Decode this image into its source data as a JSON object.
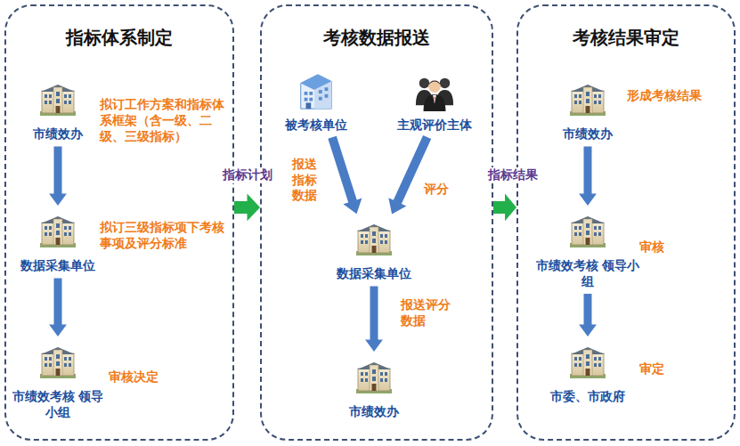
{
  "diagram": {
    "nodes": [
      {
        "text": [
          "指标体系制定"
        ]
      },
      {
        "text": [
          "市绩效办"
        ],
        "in": 0
      },
      {
        "text": [
          "数据采集单位"
        ],
        "in": 0
      },
      {
        "text": [
          "市绩效考核 领导小组"
        ],
        "in": 0
      },
      {
        "text": [
          "考核数据报送"
        ]
      },
      {
        "text": [
          "被考核单位"
        ],
        "in": 4
      },
      {
        "text": [
          "主观评价主体"
        ],
        "in": 4
      },
      {
        "text": [
          "数据采集单位"
        ],
        "in": 4
      },
      {
        "text": [
          "市绩效办"
        ],
        "in": 4
      },
      {
        "text": [
          "考核结果审定"
        ]
      },
      {
        "text": [
          "市绩效办"
        ],
        "in": 9
      },
      {
        "text": [
          "市绩效考核 领导小组"
        ],
        "in": 9
      },
      {
        "text": [
          "市委、市政府"
        ],
        "in": 9
      }
    ],
    "edges": [
      {
        "from": 1,
        "to": 2,
        "arrow": "to"
      },
      {
        "from": 2,
        "to": 3,
        "arrow": "to"
      },
      {
        "from": 0,
        "to": 4,
        "label": "指标计划",
        "arrow": "to"
      },
      {
        "from": 5,
        "to": 7,
        "label": "报送指标数据",
        "arrow": "to"
      },
      {
        "from": 6,
        "to": 7,
        "label": "评分",
        "arrow": "to"
      },
      {
        "from": 7,
        "to": 8,
        "label": "报送评分数据",
        "arrow": "to"
      },
      {
        "from": 4,
        "to": 9,
        "label": "指标结果",
        "arrow": "to"
      },
      {
        "from": 10,
        "to": 11,
        "arrow": "to"
      },
      {
        "from": 11,
        "to": 12,
        "arrow": "to"
      }
    ],
    "labels": [
      "拟订工作方案和指标体系框架（含一级、二级、三级指标）",
      "拟订三级指标项下考核事项及评分标准",
      "审核决定",
      "形成考核结果",
      "审核",
      "审定"
    ]
  }
}
